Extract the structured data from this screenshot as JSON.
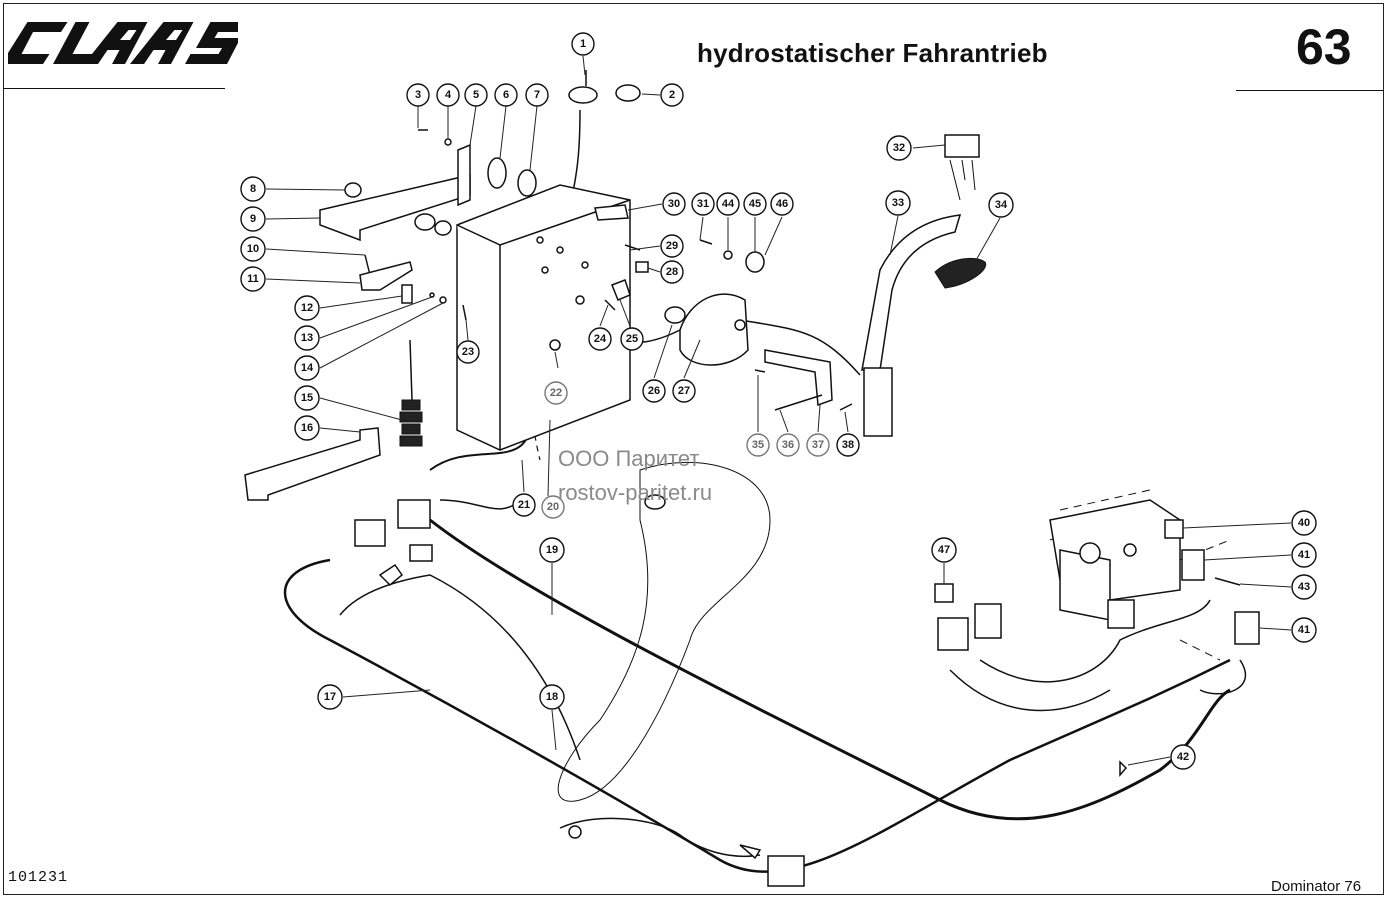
{
  "brand": "CLAAS",
  "title": "hydrostatischer Fahrantrieb",
  "page_number": "63",
  "doc_number": "101231",
  "model": "Dominator 76",
  "watermark": {
    "line1": "ООО Паритет",
    "line2": "rostov-paritet.ru"
  },
  "callouts": [
    "1",
    "2",
    "3",
    "4",
    "5",
    "6",
    "7",
    "8",
    "9",
    "10",
    "11",
    "12",
    "13",
    "14",
    "15",
    "16",
    "17",
    "18",
    "19",
    "20",
    "21",
    "22",
    "23",
    "24",
    "25",
    "26",
    "27",
    "28",
    "29",
    "30",
    "31",
    "32",
    "33",
    "34",
    "35",
    "36",
    "37",
    "38",
    "40",
    "41",
    "41",
    "42",
    "43",
    "44",
    "45",
    "46",
    "47"
  ]
}
